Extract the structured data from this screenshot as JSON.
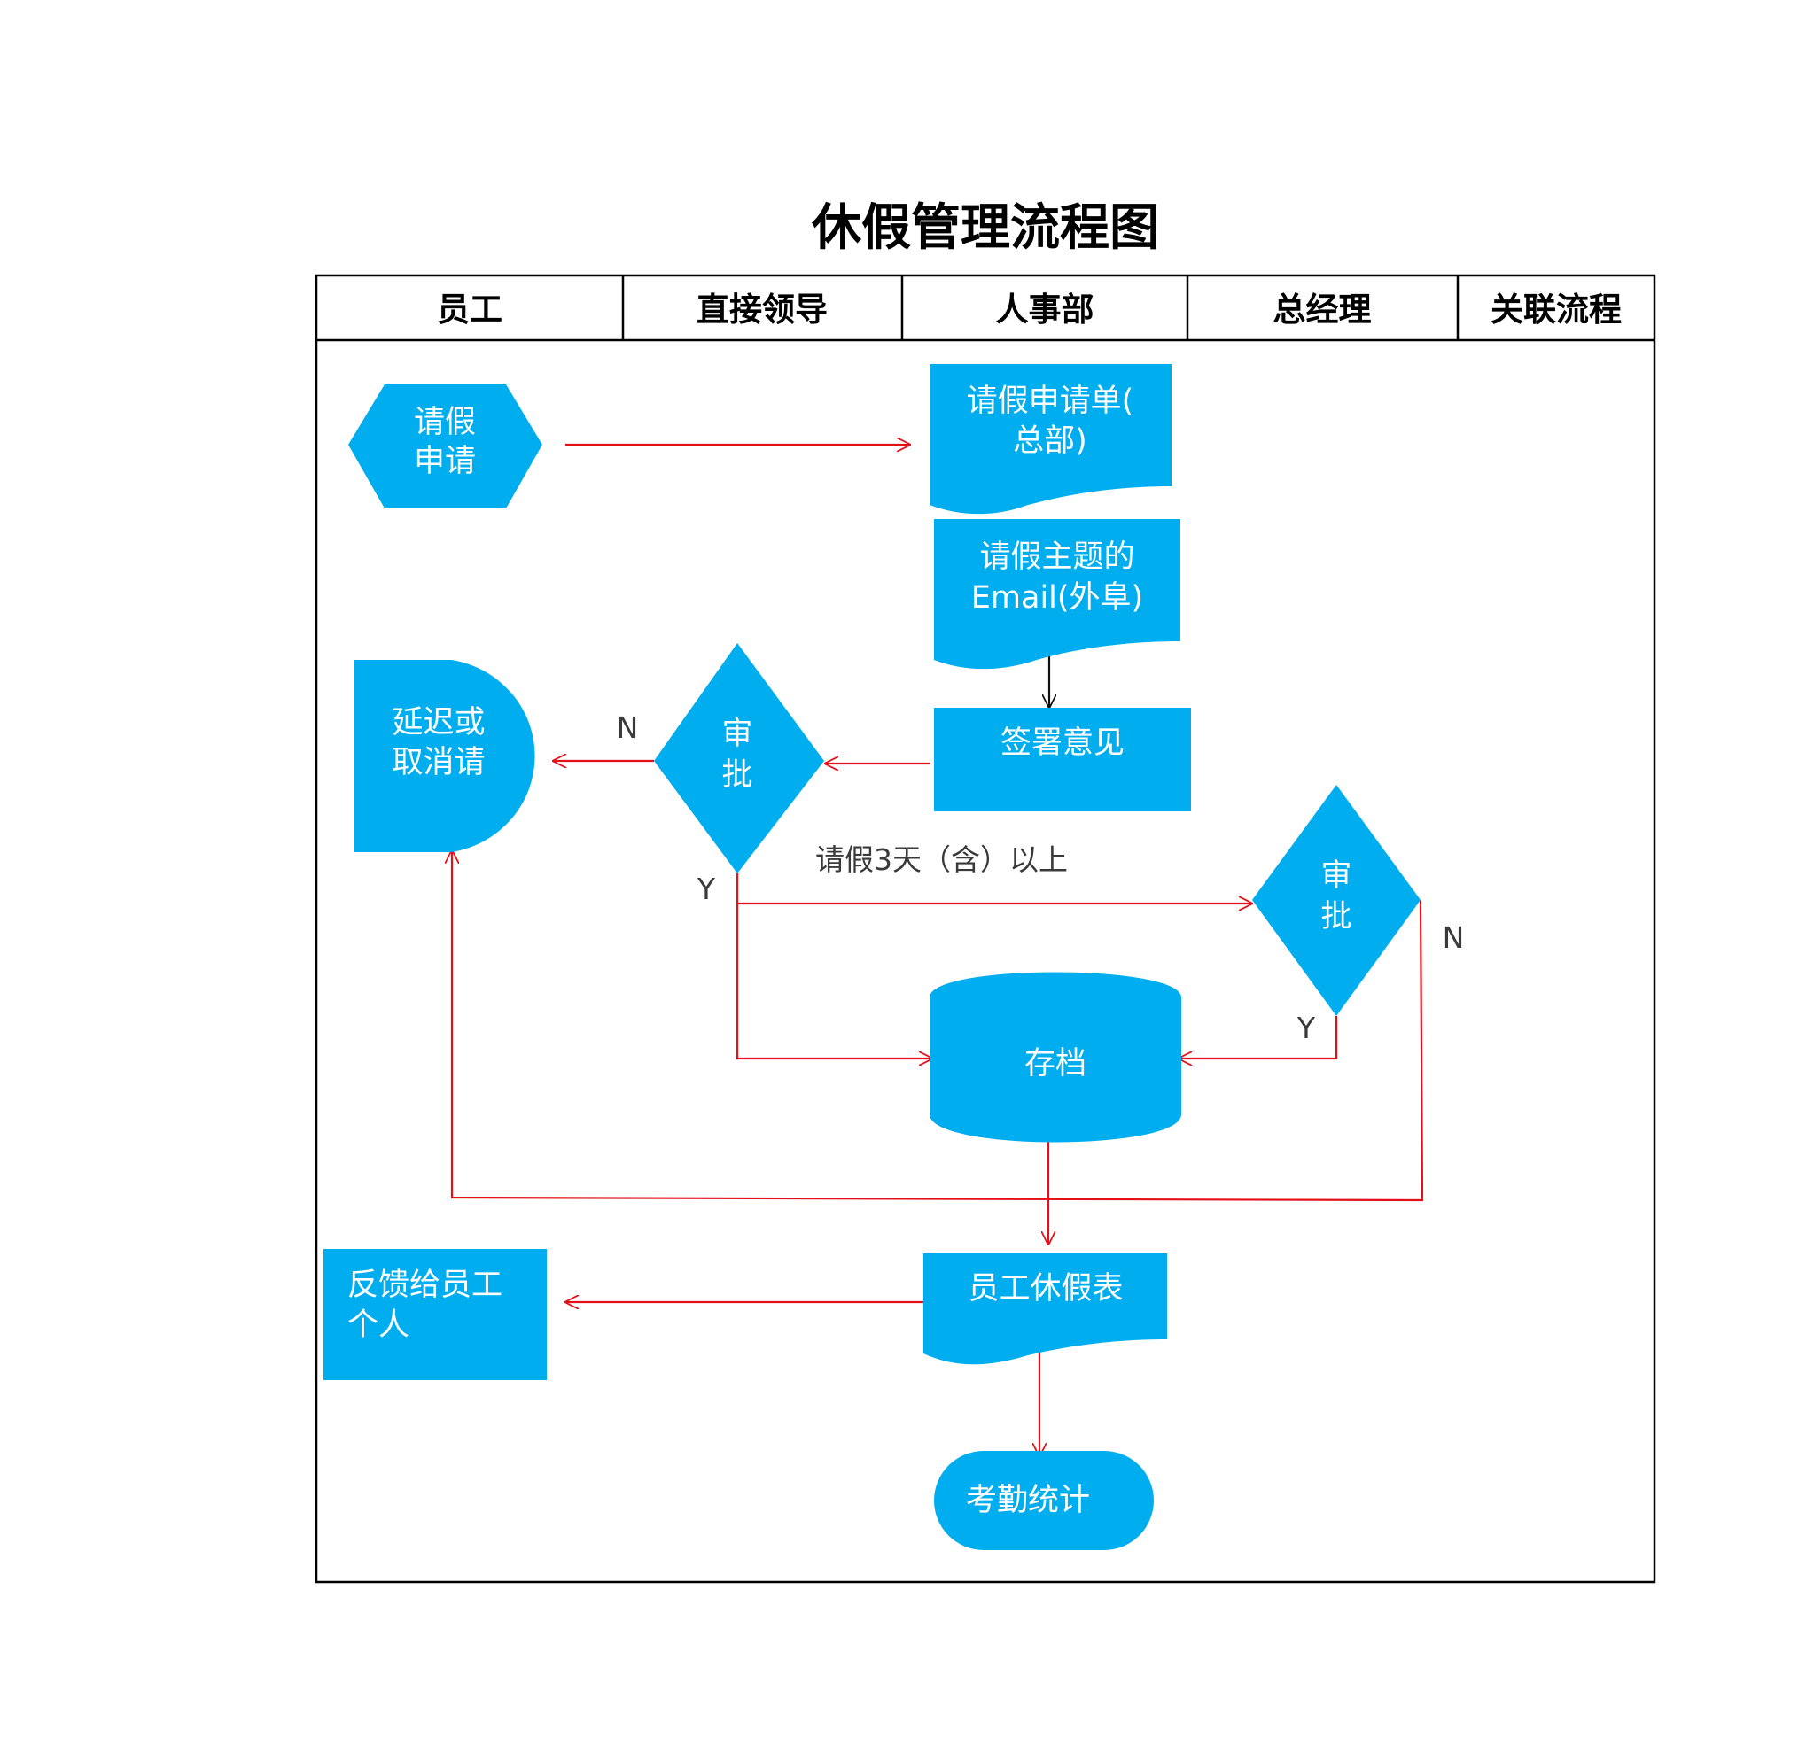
{
  "title": "休假管理流程图",
  "lanes": [
    "员工",
    "直接领导",
    "人事部",
    "总经理",
    "关联流程"
  ],
  "nodes": {
    "leave_request": [
      "请假",
      "申请"
    ],
    "leave_form": [
      "请假申请单(",
      "总部)"
    ],
    "email": [
      "请假主题的",
      "Email(外阜)"
    ],
    "sign_opinion": [
      "签署意见"
    ],
    "approve1": [
      "审",
      "批"
    ],
    "delay_cancel": [
      "延迟或",
      "取消请"
    ],
    "approve2": [
      "审",
      "批"
    ],
    "archive": [
      "存档"
    ],
    "leave_table": [
      "员工休假表"
    ],
    "feedback": [
      "反馈给员工",
      "个人"
    ],
    "attendance": [
      "考勤统计"
    ]
  },
  "labels": {
    "n1": "N",
    "y1": "Y",
    "condition": "请假3天（含）以上",
    "n2": "N",
    "y2": "Y"
  },
  "colors": {
    "shape_fill": "#00aeef",
    "arrow_red": "#e3101a",
    "arrow_black": "#111111"
  }
}
